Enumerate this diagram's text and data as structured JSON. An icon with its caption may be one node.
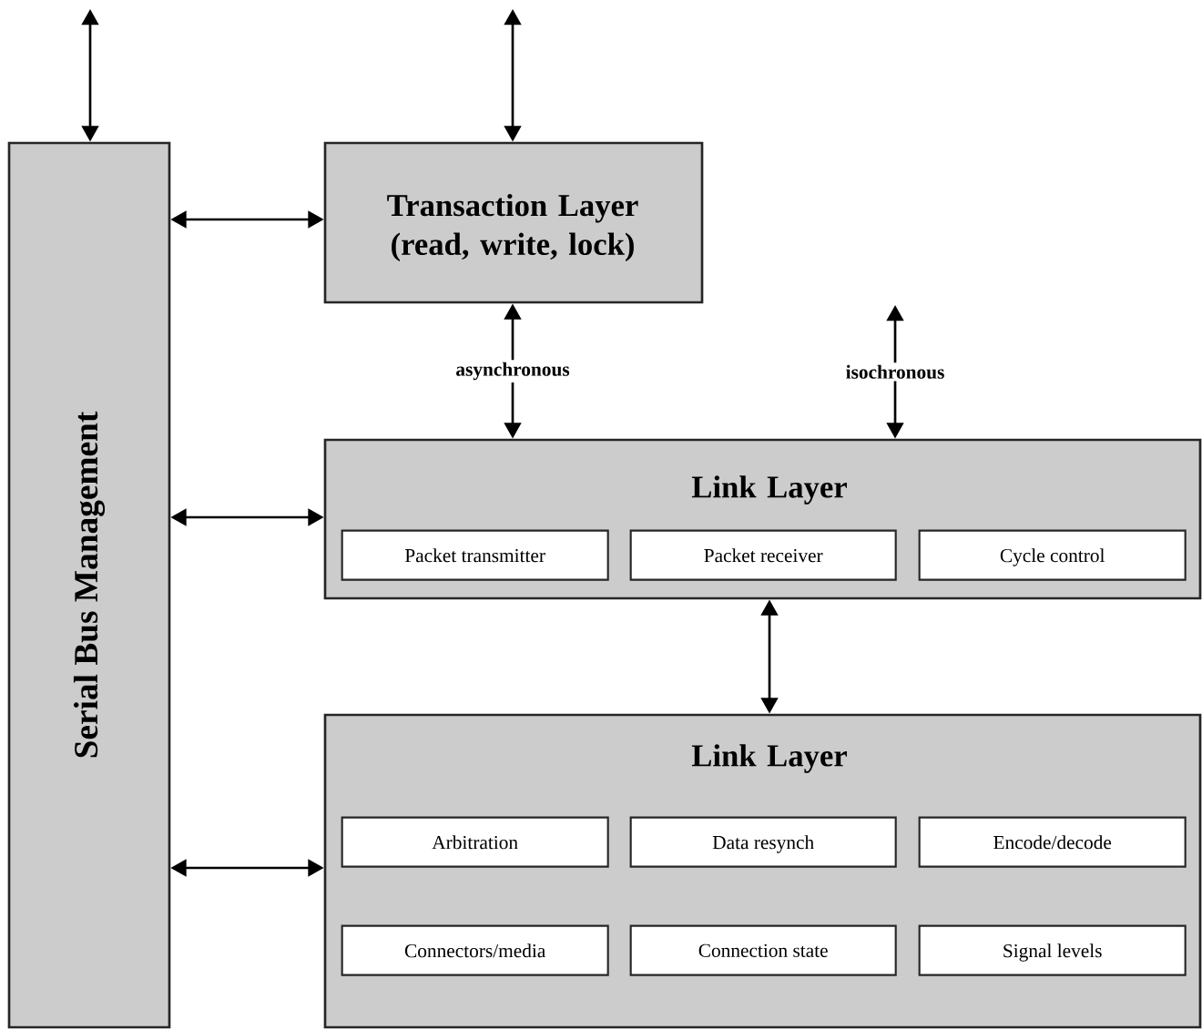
{
  "diagram": {
    "nodes": [
      {
        "text": [
          "Serial Bus Management"
        ]
      },
      {
        "text": [
          "Transaction Layer (read, write, lock)"
        ]
      },
      {
        "text": [
          "Link Layer"
        ]
      },
      {
        "text": [
          "Packet transmitter"
        ],
        "in": 2
      },
      {
        "text": [
          "Packet receiver"
        ],
        "in": 2
      },
      {
        "text": [
          "Cycle control"
        ],
        "in": 2
      },
      {
        "text": [
          "Link Layer"
        ]
      },
      {
        "text": [
          "Arbitration"
        ],
        "in": 6
      },
      {
        "text": [
          "Data resynch"
        ],
        "in": 6
      },
      {
        "text": [
          "Encode/decode"
        ],
        "in": 6
      },
      {
        "text": [
          "Connectors/media"
        ],
        "in": 6
      },
      {
        "text": [
          "Connection state"
        ],
        "in": 6
      },
      {
        "text": [
          "Signal levels"
        ],
        "in": 6
      }
    ],
    "edges": [
      {
        "from": null,
        "to": 0,
        "arrow": "both"
      },
      {
        "from": null,
        "to": 1,
        "arrow": "both"
      },
      {
        "from": 0,
        "to": 1,
        "arrow": "both"
      },
      {
        "from": 1,
        "to": 2,
        "arrow": "both",
        "label": "asynchronous"
      },
      {
        "from": null,
        "to": 2,
        "arrow": "both",
        "label": "isochronous"
      },
      {
        "from": 0,
        "to": 2,
        "arrow": "both"
      },
      {
        "from": 2,
        "to": 6,
        "arrow": "both"
      },
      {
        "from": 0,
        "to": 6,
        "arrow": "both"
      }
    ]
  }
}
